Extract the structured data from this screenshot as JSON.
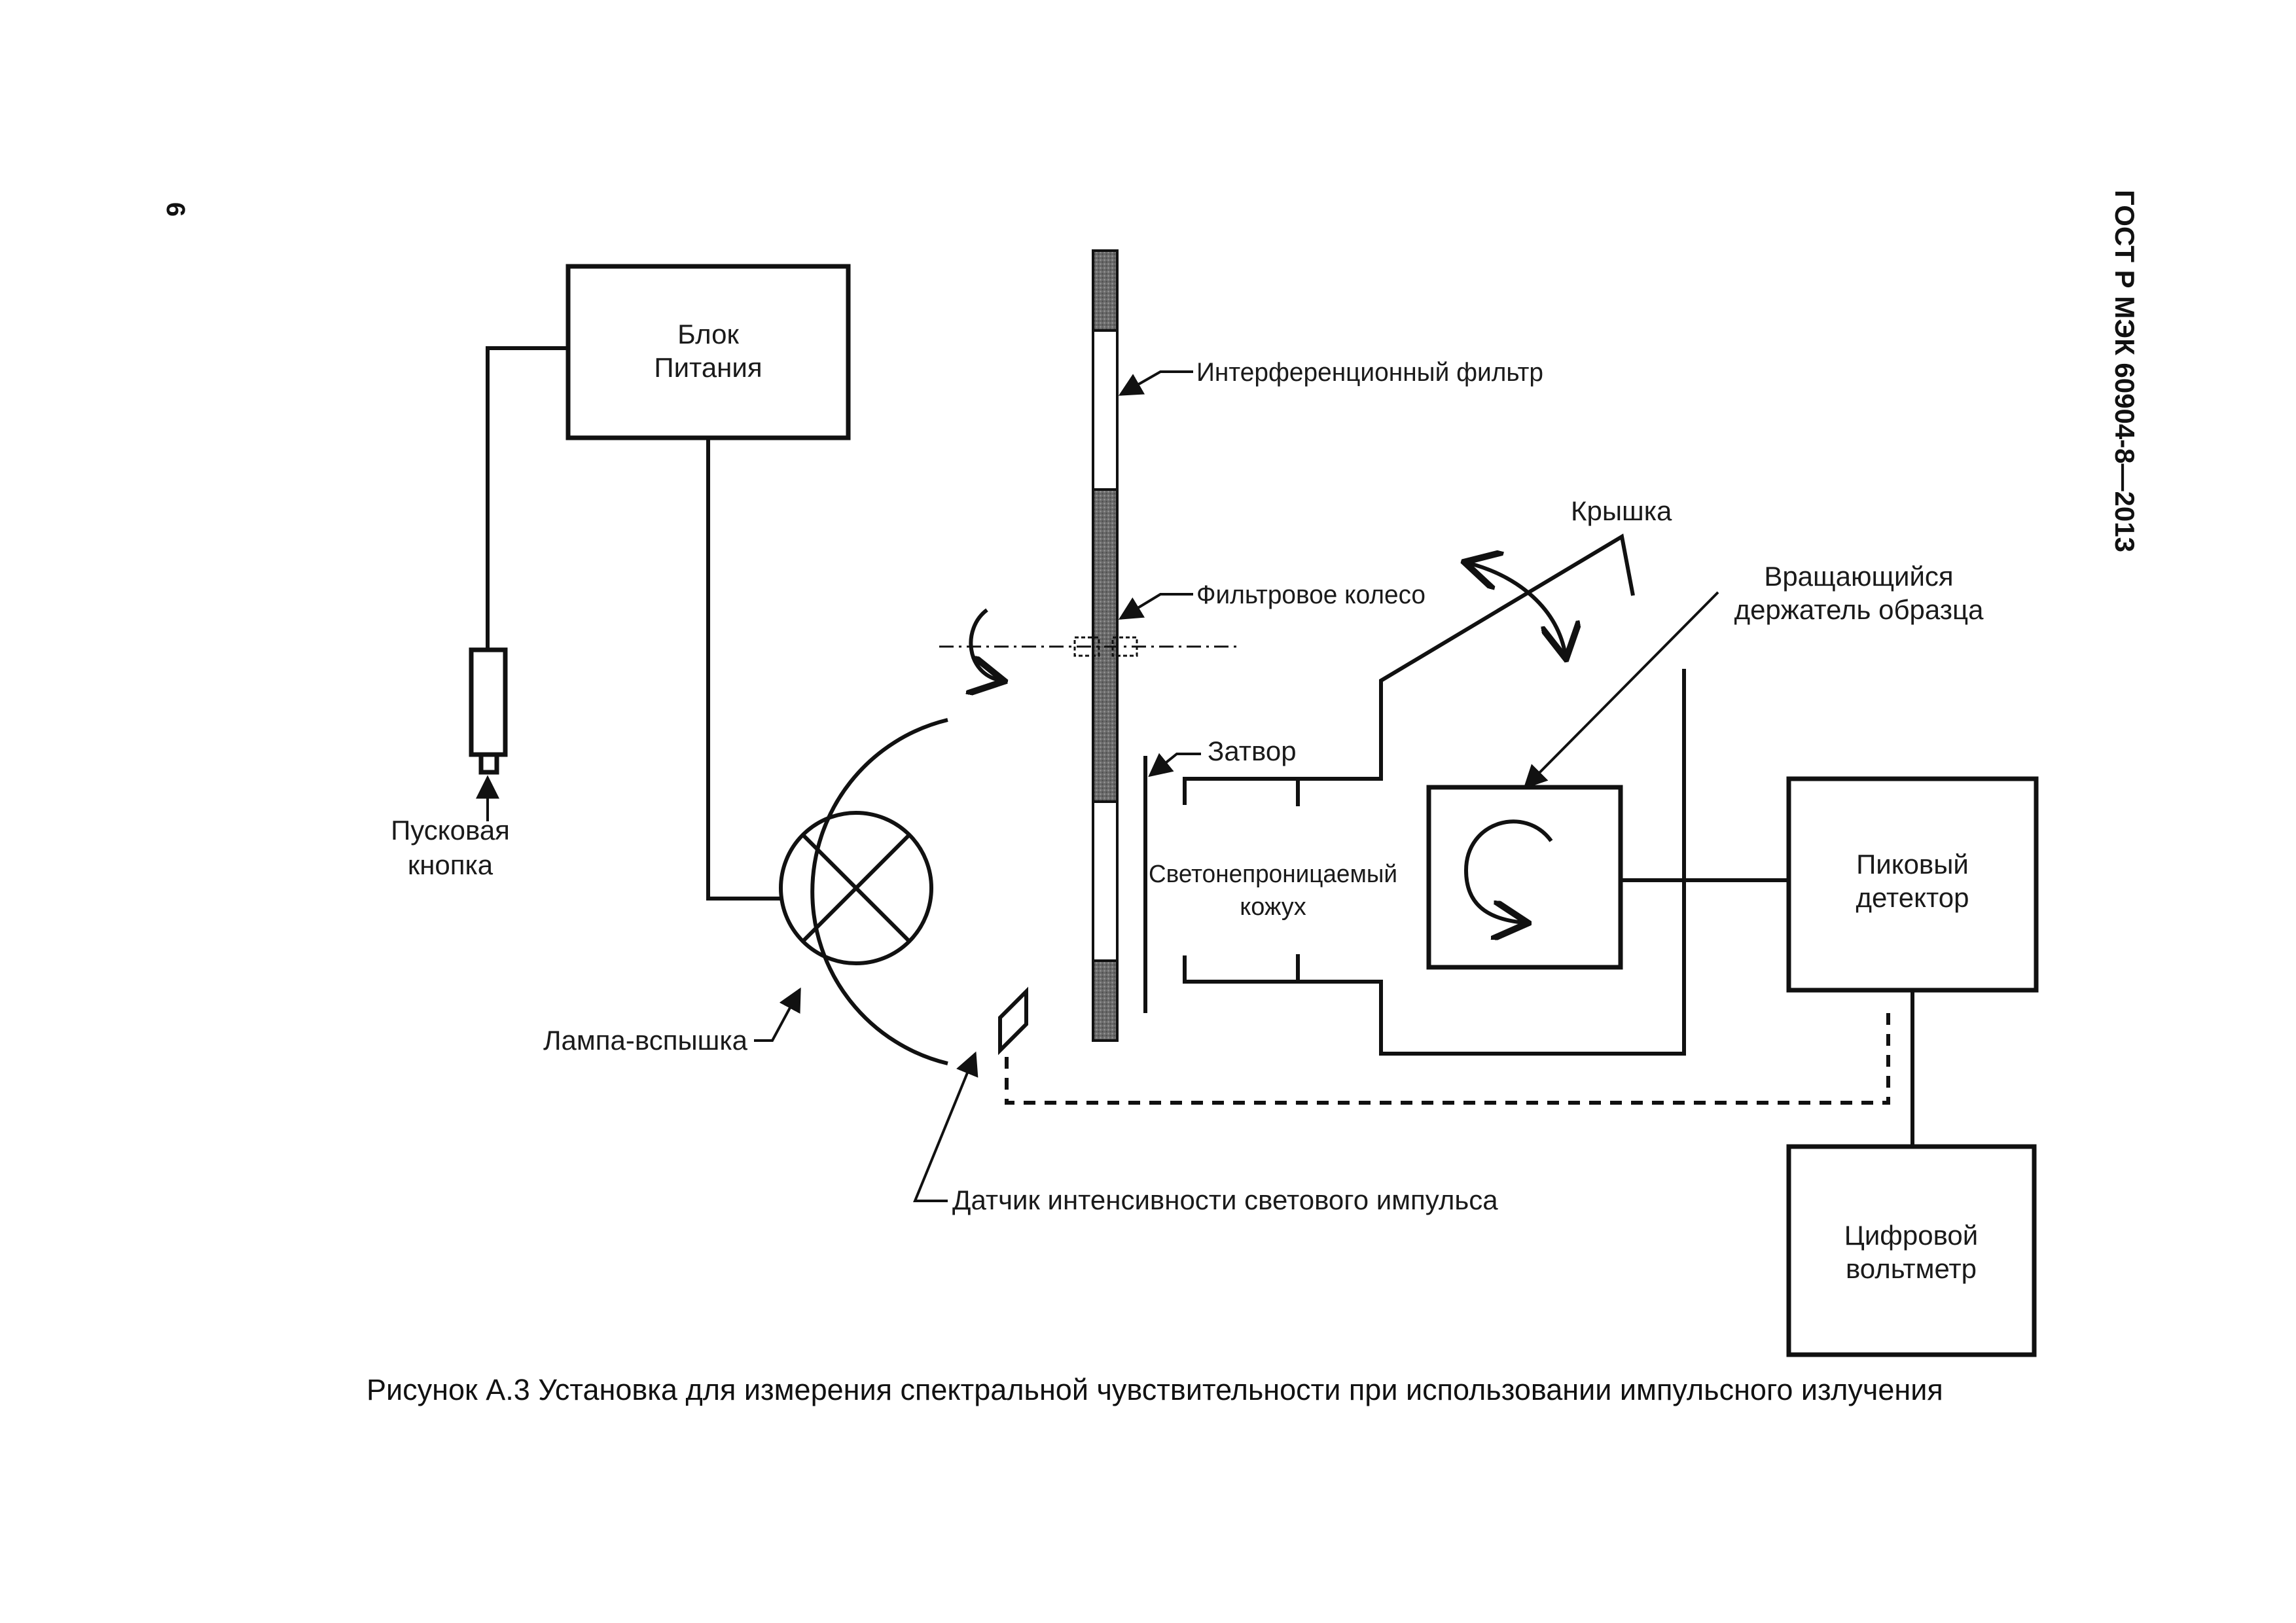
{
  "header": {
    "page_number": "6",
    "document_id": "ГОСТ Р МЭК 60904-8—2013"
  },
  "labels": {
    "power_supply": [
      "Блок",
      "Питания"
    ],
    "start_button": [
      "Пусковая",
      "кнопка"
    ],
    "flash_lamp": "Лампа-вспышка",
    "interference_filter": "Интерференционный фильтр",
    "filter_wheel": "Фильтровое колесо",
    "shutter": "Затвор",
    "lid": "Крышка",
    "rotating_holder": [
      "Вращающийся",
      "держатель образца"
    ],
    "lightproof_housing": [
      "Светонепроницаемый",
      "кожух"
    ],
    "peak_detector": [
      "Пиковый",
      "детектор"
    ],
    "digital_voltmeter": [
      "Цифровой",
      "вольтметр"
    ],
    "pulse_sensor": "Датчик интенсивности светового импульса"
  },
  "caption": "Рисунок А.3 Установка для измерения спектральной чувствительности при использовании импульсного излучения"
}
